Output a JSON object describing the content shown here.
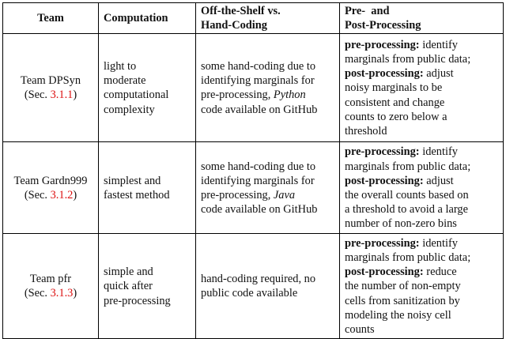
{
  "header": {
    "team": "Team",
    "computation": "Computation",
    "offshelf_line1": "Off-the-Shelf vs.",
    "offshelf_line2": "Hand-Coding",
    "prepost_line1": "Pre-  and",
    "prepost_line2": "Post-Processing"
  },
  "rows": [
    {
      "team": "Team DPSyn",
      "sec_prefix": "(Sec. ",
      "sec_ref": "3.1.1",
      "sec_suffix": ")",
      "computation": [
        "light to",
        "moderate",
        "computational",
        "complexity"
      ],
      "offshelf_1": [
        "some hand-coding due to",
        "identifying marginals for",
        "pre-processing, "
      ],
      "offshelf_lang": "Python",
      "offshelf_2": "code available on GitHub",
      "pre_label": "pre-processing:",
      "pre_text_1": " identify",
      "pre_text_2": "marginals from public data;",
      "post_label": "post-processing:",
      "post_text_1": " adjust",
      "post_text_rest": [
        "noisy marginals to be",
        "consistent and change",
        "counts to zero below a",
        "threshold"
      ]
    },
    {
      "team": "Team Gardn999",
      "sec_prefix": "(Sec. ",
      "sec_ref": "3.1.2",
      "sec_suffix": ")",
      "computation": [
        "simplest and",
        "fastest method"
      ],
      "offshelf_1": [
        "some hand-coding due to",
        "identifying marginals for",
        "pre-processing, "
      ],
      "offshelf_lang": "Java",
      "offshelf_2": "code available on GitHub",
      "pre_label": "pre-processing:",
      "pre_text_1": " identify",
      "pre_text_2": "marginals from public data;",
      "post_label": "post-processing:",
      "post_text_1": " adjust",
      "post_text_rest": [
        "the overall counts based on",
        "a threshold to avoid a large",
        "number of non-zero bins"
      ]
    },
    {
      "team": "Team pfr",
      "sec_prefix": "(Sec. ",
      "sec_ref": "3.1.3",
      "sec_suffix": ")",
      "computation": [
        "simple and",
        "quick after",
        "pre-processing"
      ],
      "offshelf_plain": [
        "hand-coding required, no",
        "public code available"
      ],
      "pre_label": "pre-processing:",
      "pre_text_1": " identify",
      "pre_text_2": "marginals from public data;",
      "post_label": "post-processing:",
      "post_text_1": " reduce",
      "post_text_rest": [
        "the number of non-empty",
        "cells from sanitization by",
        "modeling the noisy cell",
        "counts"
      ]
    }
  ]
}
